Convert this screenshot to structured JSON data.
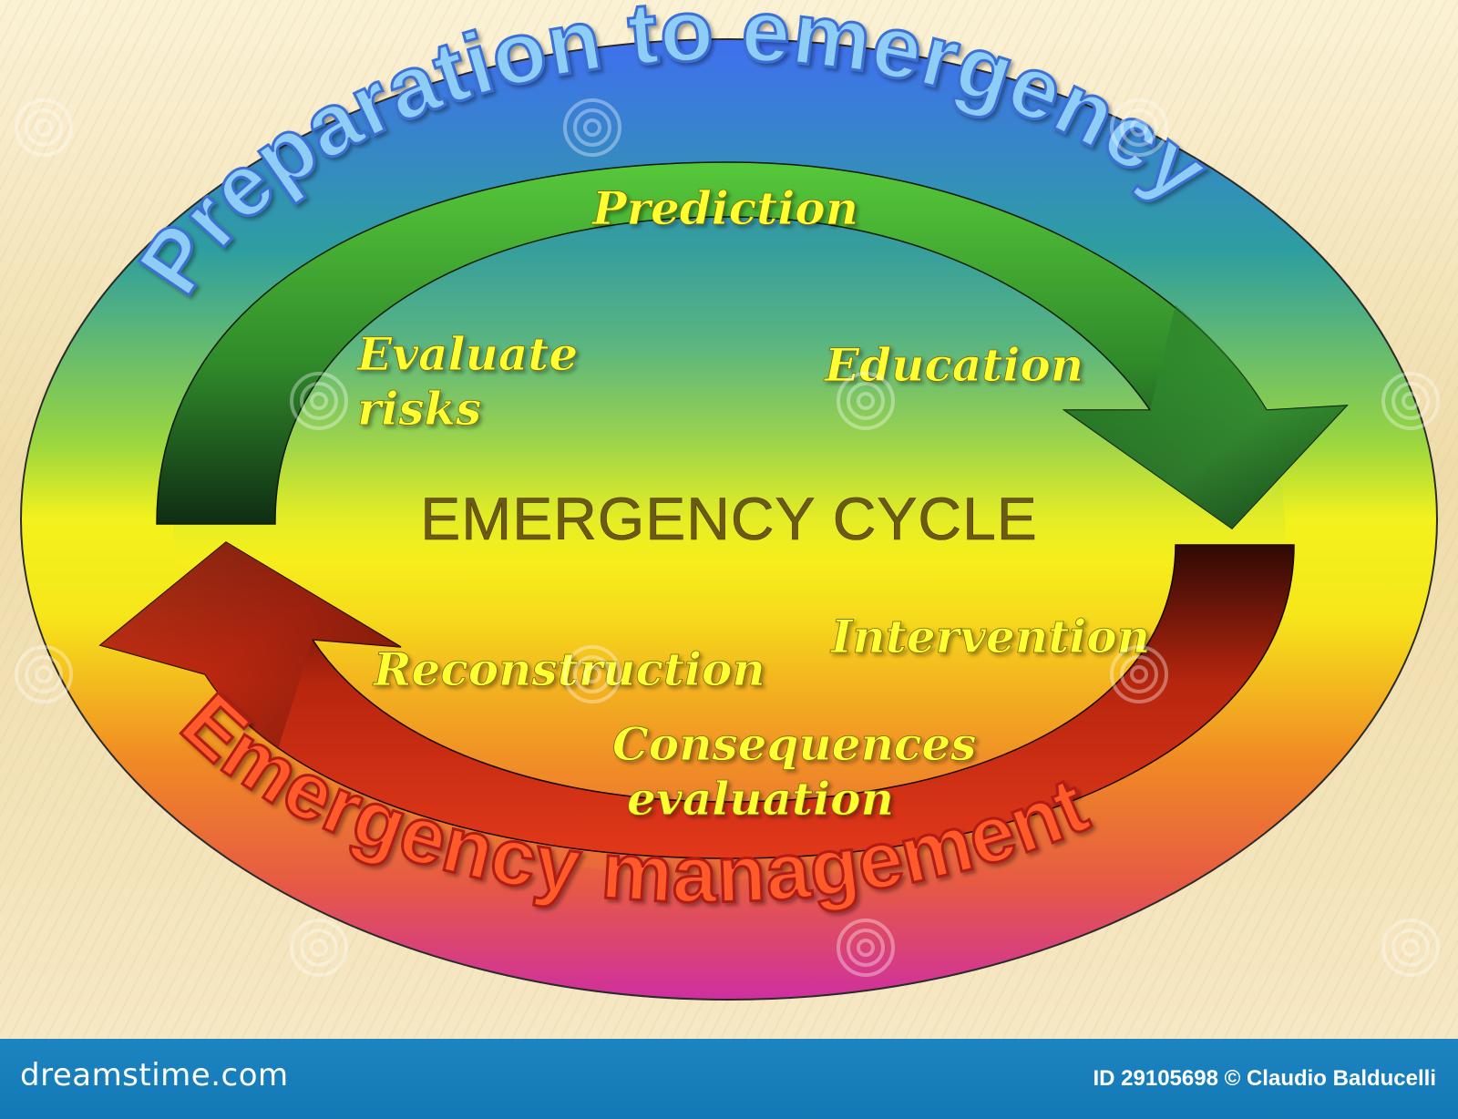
{
  "diagram": {
    "outer_top_text": "Preparation to emergency",
    "outer_bottom_text": "Emergency management",
    "center_title": "EMERGENCY CYCLE",
    "labels": {
      "prediction": "Prediction",
      "education": "Education",
      "evaluate_line1": "Evaluate",
      "evaluate_line2": "risks",
      "intervention": "Intervention",
      "reconstruction": "Reconstruction",
      "consequences_line1": "Consequences",
      "consequences_line2": "evaluation"
    }
  },
  "colors": {
    "ring_top": "#3a78e6",
    "ring_middle": "#f2f21a",
    "ring_bottom": "#cf2f9c",
    "top_arrow": "#2f8a2a",
    "bottom_arrow": "#c42a12",
    "label_text": "#ffff33",
    "title_text": "#6b5a14",
    "top_text": "#8ecdf5",
    "bottom_text": "#ff5a2a",
    "footer": "#1579b6"
  },
  "watermark": "dreamstime",
  "footer": {
    "brand": "dreamstime.com",
    "credit": "ID 29105698 © Claudio Balducelli"
  }
}
